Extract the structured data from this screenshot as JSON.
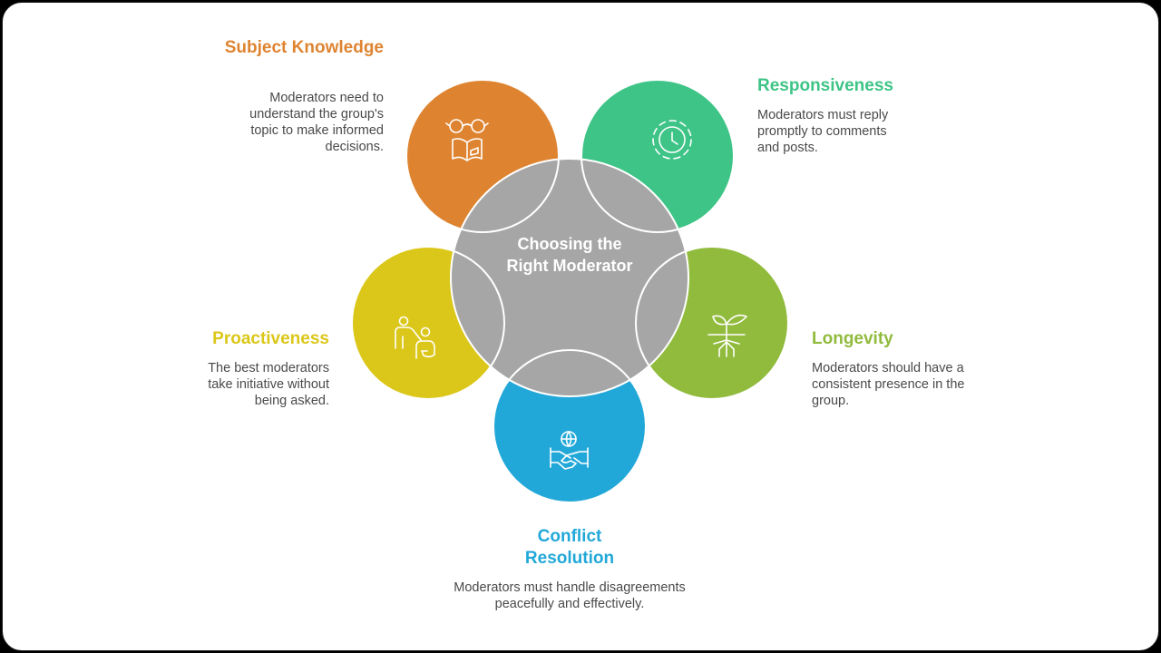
{
  "center": {
    "title": "Choosing the Right Moderator",
    "color": "#a6a6a6"
  },
  "items": [
    {
      "key": "subject-knowledge",
      "title": "Subject Knowledge",
      "desc": "Moderators need to understand the group's topic to make informed decisions.",
      "color": "#de8431",
      "icon": "reading-glasses-book-icon"
    },
    {
      "key": "responsiveness",
      "title": "Responsiveness",
      "desc": "Moderators must reply promptly to comments and posts.",
      "color": "#3ec486",
      "icon": "clock-icon"
    },
    {
      "key": "longevity",
      "title": "Longevity",
      "desc": "Moderators should have a consistent presence in the group.",
      "color": "#91bb3d",
      "icon": "sprout-icon"
    },
    {
      "key": "conflict-resolution",
      "title": "Conflict Resolution",
      "desc": "Moderators must handle disagreements peacefully and effectively.",
      "color": "#22a8d8",
      "icon": "handshake-globe-icon"
    },
    {
      "key": "proactiveness",
      "title": "Proactiveness",
      "desc": "The best moderators take initiative without being asked.",
      "color": "#dbc719",
      "icon": "helping-person-icon"
    }
  ]
}
